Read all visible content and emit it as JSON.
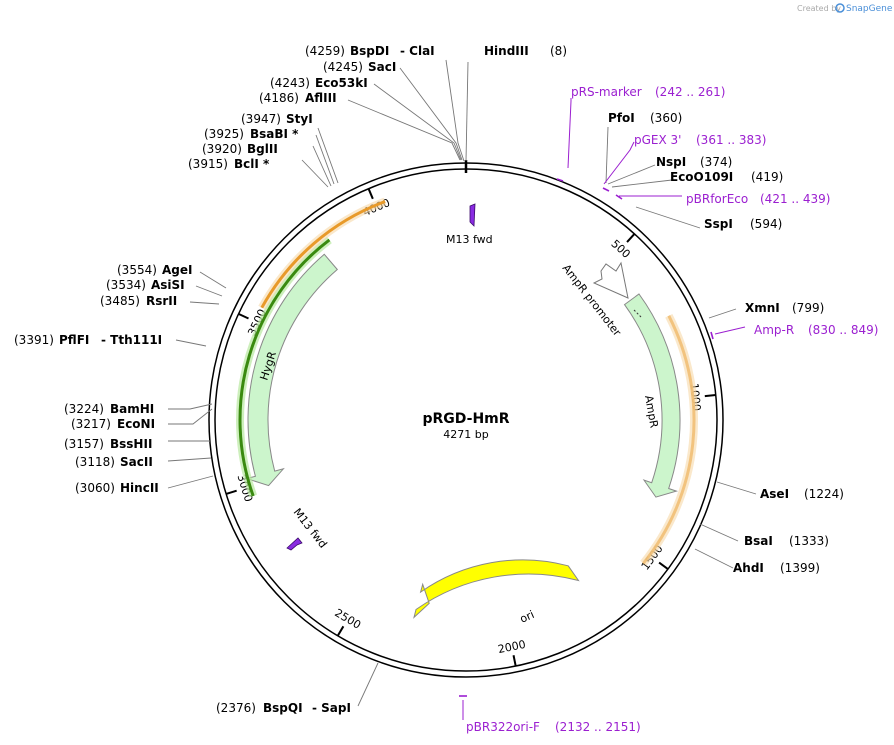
{
  "header": {
    "created_by": "Created by",
    "brand": "SnapGene"
  },
  "plasmid": {
    "name": "pRGD-HmR",
    "size_label": "4271 bp",
    "length": 4271
  },
  "ticks": [
    {
      "pos": 500,
      "label": "500"
    },
    {
      "pos": 1000,
      "label": "1000"
    },
    {
      "pos": 1500,
      "label": "1500"
    },
    {
      "pos": 2000,
      "label": "2000"
    },
    {
      "pos": 2500,
      "label": "2500"
    },
    {
      "pos": 3000,
      "label": "3000"
    },
    {
      "pos": 3500,
      "label": "3500"
    },
    {
      "pos": 4000,
      "label": "4000"
    }
  ],
  "sites": {
    "hindiii": {
      "name": "HindIII",
      "pos": "(8)"
    },
    "pfoi": {
      "name": "PfoI",
      "pos": "(360)"
    },
    "nspi": {
      "name": "NspI",
      "pos": "(374)"
    },
    "eco0109i": {
      "name": "EcoO109I",
      "pos": "(419)"
    },
    "sspi": {
      "name": "SspI",
      "pos": "(594)"
    },
    "xmni": {
      "name": "XmnI",
      "pos": "(799)"
    },
    "asei": {
      "name": "AseI",
      "pos": "(1224)"
    },
    "bsai": {
      "name": "BsaI",
      "pos": "(1333)"
    },
    "ahdi": {
      "name": "AhdI",
      "pos": "(1399)"
    },
    "bspqi": {
      "name": "BspQI",
      "pos": "(2376)",
      "extra": "- SapI"
    },
    "hincii": {
      "name": "HincII",
      "pos": "(3060)"
    },
    "sacii": {
      "name": "SacII",
      "pos": "(3118)"
    },
    "bsshii": {
      "name": "BssHII",
      "pos": "(3157)"
    },
    "econi": {
      "name": "EcoNI",
      "pos": "(3217)"
    },
    "bamhi": {
      "name": "BamHI",
      "pos": "(3224)"
    },
    "pflfi": {
      "name": "PflFI",
      "pos": "(3391)",
      "extra": "- Tth111I"
    },
    "rsrii": {
      "name": "RsrII",
      "pos": "(3485)"
    },
    "assi": {
      "name": "AsiSI",
      "pos": "(3534)"
    },
    "agei": {
      "name": "AgeI",
      "pos": "(3554)"
    },
    "bcli": {
      "name": "BclI *",
      "pos": "(3915)"
    },
    "bglii": {
      "name": "BglII",
      "pos": "(3920)"
    },
    "bsabi": {
      "name": "BsaBI *",
      "pos": "(3925)"
    },
    "styi": {
      "name": "StyI",
      "pos": "(3947)"
    },
    "aflii": {
      "name": "AflIII",
      "pos": "(4186)"
    },
    "eco53ki": {
      "name": "Eco53kI",
      "pos": "(4243)"
    },
    "saci": {
      "name": "SacI",
      "pos": "(4245)"
    },
    "bspdi": {
      "name": "BspDI",
      "pos": "(4259)",
      "extra": "- ClaI"
    }
  },
  "primers": {
    "prs_marker": {
      "name": "pRS-marker",
      "range": "(242 .. 261)"
    },
    "pgex3": {
      "name": "pGEX 3'",
      "range": "(361 .. 383)"
    },
    "pbrforeco": {
      "name": "pBRforEco",
      "range": "(421 .. 439)"
    },
    "amp_r": {
      "name": "Amp-R",
      "range": "(830 .. 849)"
    },
    "pbr322ori": {
      "name": "pBR322ori-F",
      "range": "(2132 .. 2151)"
    }
  },
  "features": {
    "m13_top": "M13 fwd",
    "m13_bottom": "M13 fwd",
    "ampr_promoter": "AmpR promoter",
    "ampr": "AmpR",
    "ori": "ori",
    "hygr": "HygR"
  },
  "colors": {
    "primer": "#9b1fd0",
    "orf_orange": "#e89a2a",
    "orf_green": "#3a8a10",
    "gene_fill": "#ccf5cc",
    "ori_fill": "#ffff00",
    "m13_fill": "#8a2be2"
  }
}
